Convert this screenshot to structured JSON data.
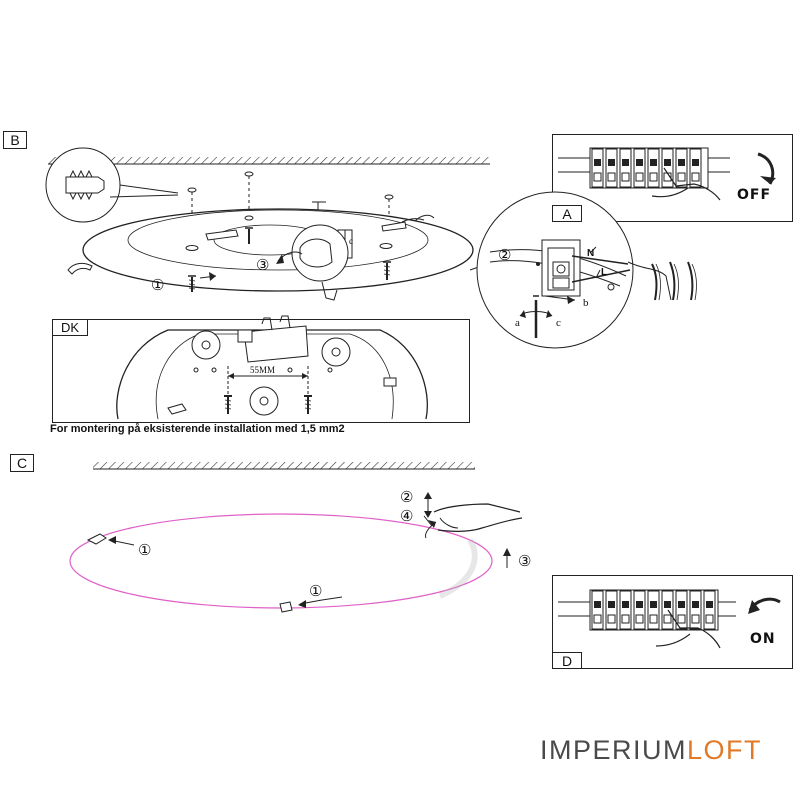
{
  "sections": {
    "b": "B",
    "a": "A",
    "dk": "DK",
    "c": "C",
    "d": "D"
  },
  "step_numbers": {
    "one": "①",
    "two": "②",
    "three": "③",
    "four": "④"
  },
  "wire_labels": {
    "n": "N",
    "l": "L",
    "a": "a",
    "b": "b",
    "c": "c"
  },
  "dimension_label": "55MM",
  "dk_caption": "For montering på  eksisterende installation med 1,5 mm2",
  "switch_off": "OFF",
  "switch_on": "ON",
  "brand": {
    "part1": "IMPERIUM",
    "part2": "LOFT",
    "color1": "#4a4a4a",
    "color2": "#e07a28"
  },
  "colors": {
    "line": "#222222",
    "lamp_outline_c": "#e060c8",
    "background": "#ffffff"
  }
}
